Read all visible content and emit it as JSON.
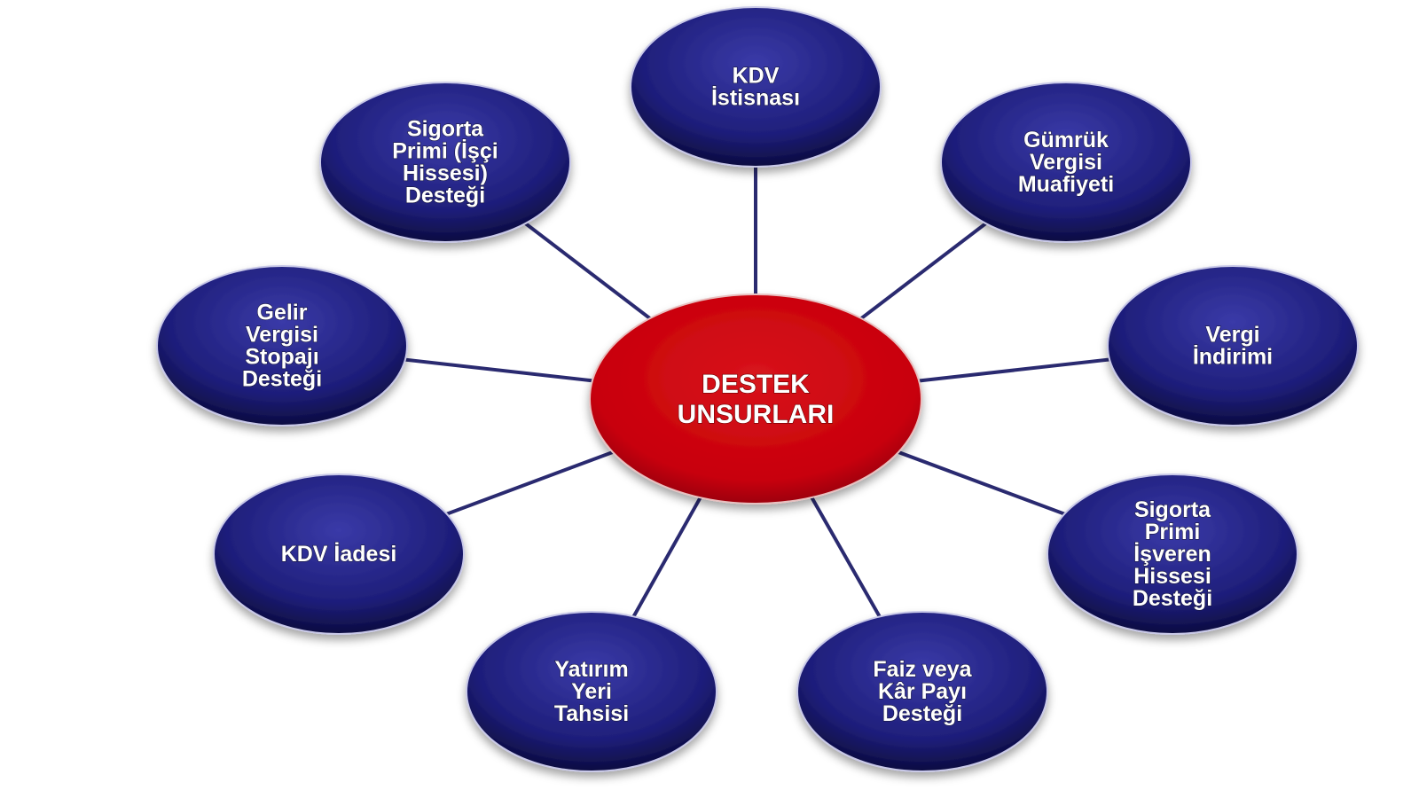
{
  "center": {
    "lines": [
      "DESTEK",
      "UNSURLARI"
    ],
    "color": "#c8000a"
  },
  "node_color": "#1e1e7a",
  "nodes": [
    {
      "id": "kdv-istisnasi",
      "lines": [
        "KDV",
        "İstisnası"
      ]
    },
    {
      "id": "gumruk-vergisi-muafiyeti",
      "lines": [
        "Gümrük",
        "Vergisi",
        "Muafiyeti"
      ]
    },
    {
      "id": "vergi-indirimi",
      "lines": [
        "Vergi",
        "İndirimi"
      ]
    },
    {
      "id": "sigorta-primi-isveren-hissesi-destegi",
      "lines": [
        "Sigorta",
        "Primi",
        "İşveren",
        "Hissesi",
        "Desteği"
      ]
    },
    {
      "id": "faiz-veya-kar-payi-destegi",
      "lines": [
        "Faiz veya",
        "Kâr Payı",
        "Desteği"
      ]
    },
    {
      "id": "yatirim-yeri-tahsisi",
      "lines": [
        "Yatırım",
        "Yeri",
        "Tahsisi"
      ]
    },
    {
      "id": "kdv-iadesi",
      "lines": [
        "KDV İadesi"
      ]
    },
    {
      "id": "gelir-vergisi-stopaji-destegi",
      "lines": [
        "Gelir",
        "Vergisi",
        "Stopajı",
        "Desteği"
      ]
    },
    {
      "id": "sigorta-primi-isci-hissesi-destegi",
      "lines": [
        "Sigorta",
        "Primi (İşçi",
        "Hissesi)",
        "Desteği"
      ]
    }
  ]
}
